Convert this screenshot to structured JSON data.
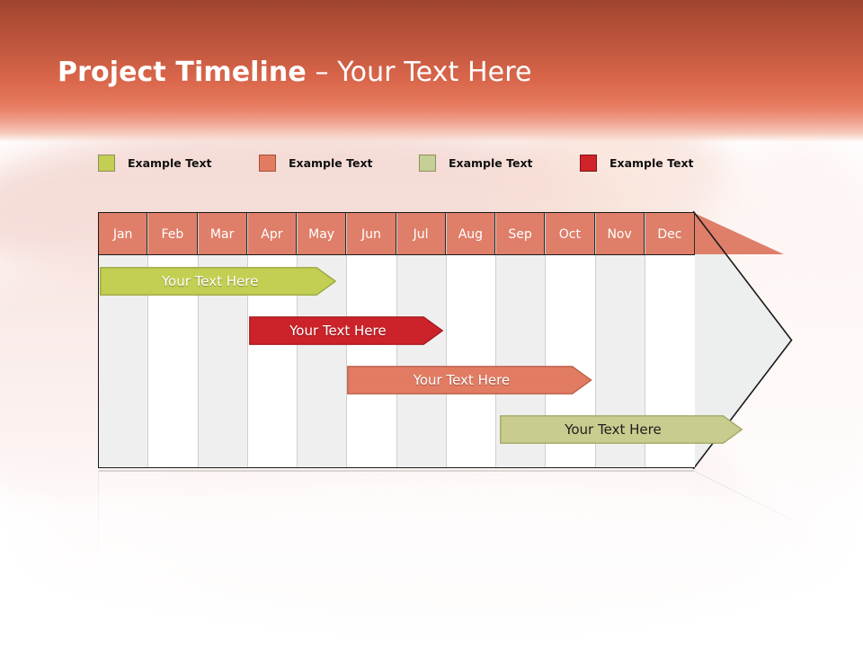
{
  "slide": {
    "title_strong": "Project Timeline",
    "title_light": " – Your Text Here"
  },
  "legend": {
    "items": [
      {
        "label": "Example Text",
        "color": "#c3cf52",
        "border": "#8e8e5e"
      },
      {
        "label": "Example Text",
        "color": "#e17c62",
        "border": "#a4503c"
      },
      {
        "label": "Example Text",
        "color": "#c5cf96",
        "border": "#8e8e5e"
      },
      {
        "label": "Example Text",
        "color": "#d1232a",
        "border": "#7d1418"
      }
    ]
  },
  "chart_data": {
    "type": "bar",
    "title": "Project Timeline – Your Text Here",
    "xlabel": "",
    "ylabel": "",
    "grid": true,
    "legend_position": "top",
    "categories": [
      "Jan",
      "Feb",
      "Mar",
      "Apr",
      "May",
      "Jun",
      "Jul",
      "Aug",
      "Sep",
      "Oct",
      "Nov",
      "Dec"
    ],
    "series": [
      {
        "name": "Your  Text Here",
        "start_month": "Jan",
        "end_month": "Apr",
        "start_index": 0,
        "end_index": 3.8,
        "color": "#c3cf52",
        "border": "#9aa73c",
        "text_color": "#ffffff"
      },
      {
        "name": "Your  Text Here",
        "start_month": "Apr",
        "end_month": "Jun",
        "start_index": 3.0,
        "end_index": 5.95,
        "color": "#cc2229",
        "border": "#a81b21",
        "text_color": "#ffffff"
      },
      {
        "name": "Your  Text Here",
        "start_month": "Jun",
        "end_month": "Sep",
        "start_index": 4.98,
        "end_index": 8.95,
        "color": "#e17c62",
        "border": "#b9604a",
        "text_color": "#ffffff"
      },
      {
        "name": "Your  Text Here",
        "start_month": "Sep",
        "end_month": "Dec",
        "start_index": 8.05,
        "end_index": 11.98,
        "color": "#c8cc8e",
        "border": "#a3a767",
        "text_color": "#1e1e1e"
      }
    ]
  },
  "colors": {
    "header_band_top": "#9e4430",
    "header_band_bottom": "#e9836a",
    "month_header": "#df7f69",
    "grid_gray": "#efefef",
    "grid_white": "#ffffff",
    "arrowhead_fill": "#ecefee",
    "outline": "#1a1a1a"
  }
}
